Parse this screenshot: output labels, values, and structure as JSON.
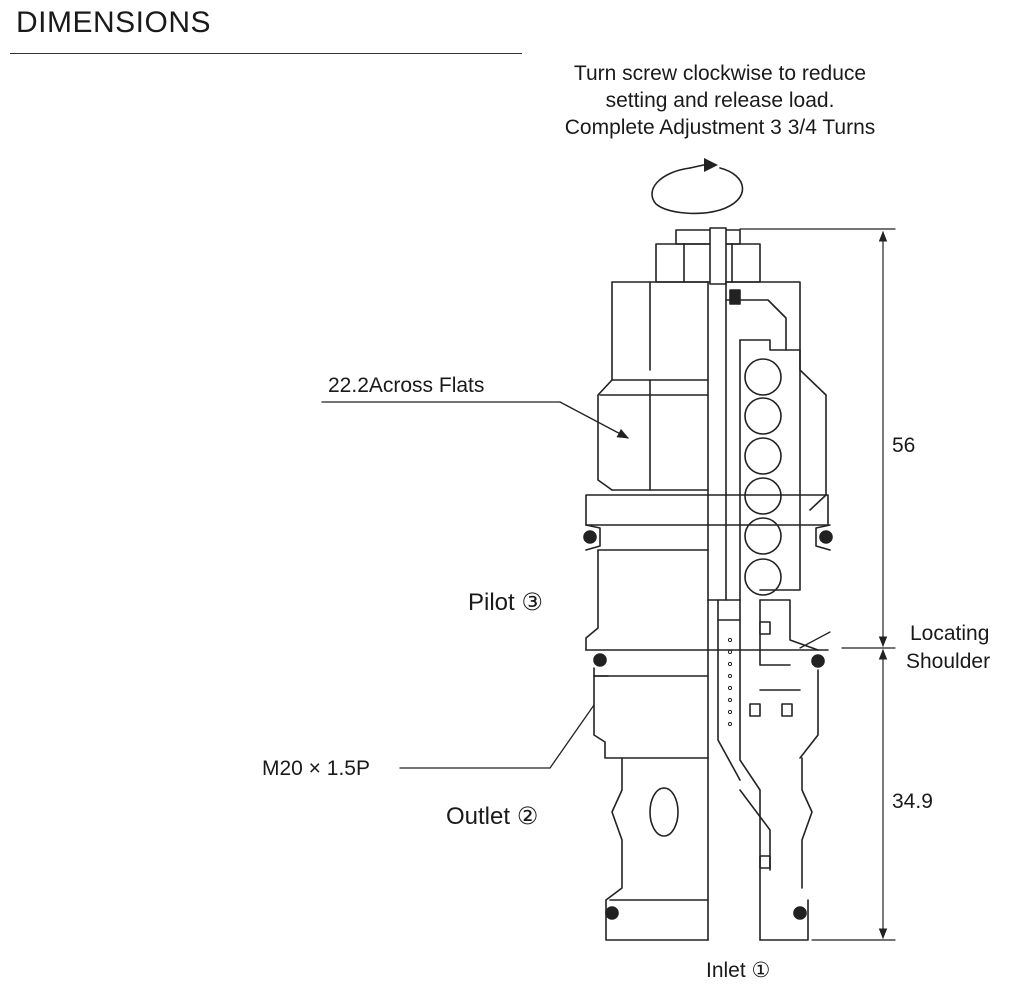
{
  "heading": "DIMENSIONS",
  "adjust_note": {
    "line1": "Turn screw clockwise to reduce",
    "line2": "setting and release load.",
    "line3": "Complete Adjustment 3 3/4 Turns"
  },
  "labels": {
    "across_flats": "22.2Across Flats",
    "thread": "M20 × 1.5P",
    "pilot": "Pilot ③",
    "outlet": "Outlet ②",
    "inlet": "Inlet ①",
    "locating_line1": "Locating",
    "locating_line2": "Shoulder"
  },
  "dimensions": {
    "upper": "56",
    "lower": "34.9"
  },
  "colors": {
    "line": "#222222",
    "text": "#1a1a1a"
  }
}
